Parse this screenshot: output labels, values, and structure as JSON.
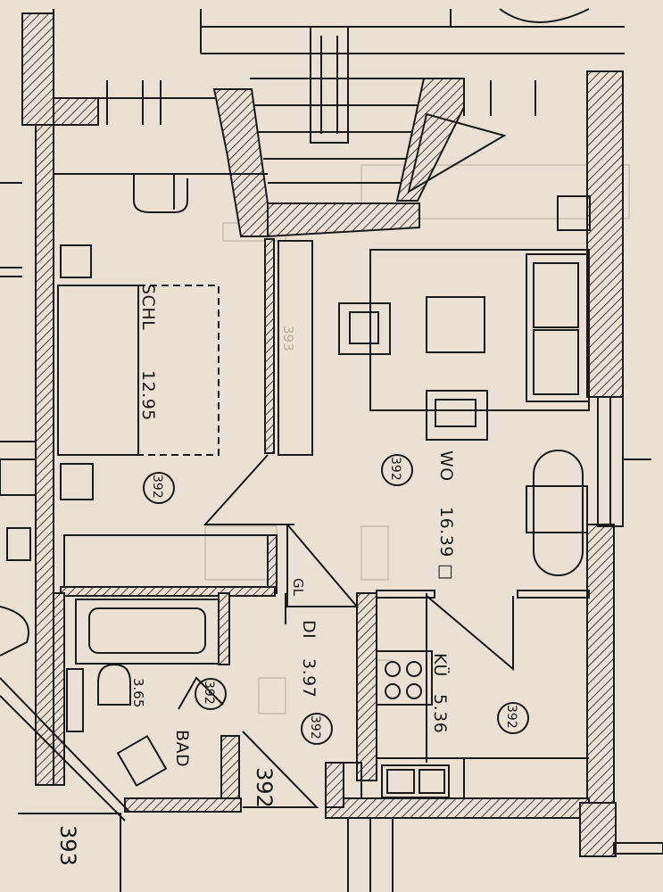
{
  "rooms": {
    "schl": {
      "name": "SCHL",
      "area": "12.95",
      "number": "392"
    },
    "wo": {
      "name": "WO",
      "area": "16.39",
      "area_suffix": "□",
      "number": "392"
    },
    "di": {
      "name": "DI",
      "area": "3.97",
      "number": "392"
    },
    "kue": {
      "name": "KÜ",
      "area": "5.36",
      "number": "392"
    },
    "bad": {
      "name": "BAD",
      "area": "3.65",
      "number": "392"
    }
  },
  "labels": {
    "gl": "GL",
    "apartment_392": "392",
    "apartment_393": "393",
    "faint_393": "393"
  }
}
